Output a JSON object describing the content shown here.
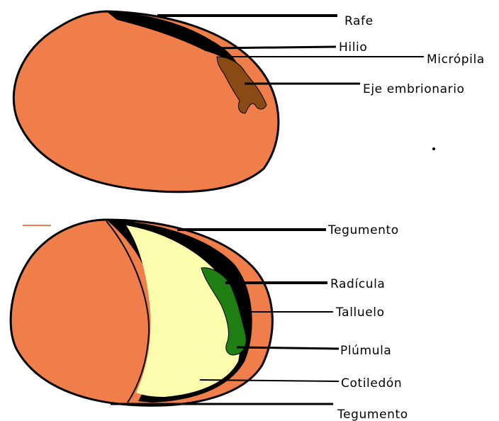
{
  "colors": {
    "seed_coat": "#f07e4a",
    "outline": "#000000",
    "embryo_axis": "#8a4a14",
    "cotyledon": "#fdfdae",
    "radicle": "#1f7f12",
    "background": "#ffffff"
  },
  "top_seed": {
    "labels": {
      "rafe": "Rafe",
      "hilio": "Hilio",
      "micropila": "Micrópila",
      "eje": "Eje embrionario"
    }
  },
  "bottom_seed": {
    "labels": {
      "tegumento_top": "Tegumento",
      "radicula": "Radícula",
      "talluelo": "Talluelo",
      "plumula": "Plúmula",
      "cotiledon": "Cotiledón",
      "tegumento_bottom": "Tegumento"
    }
  }
}
